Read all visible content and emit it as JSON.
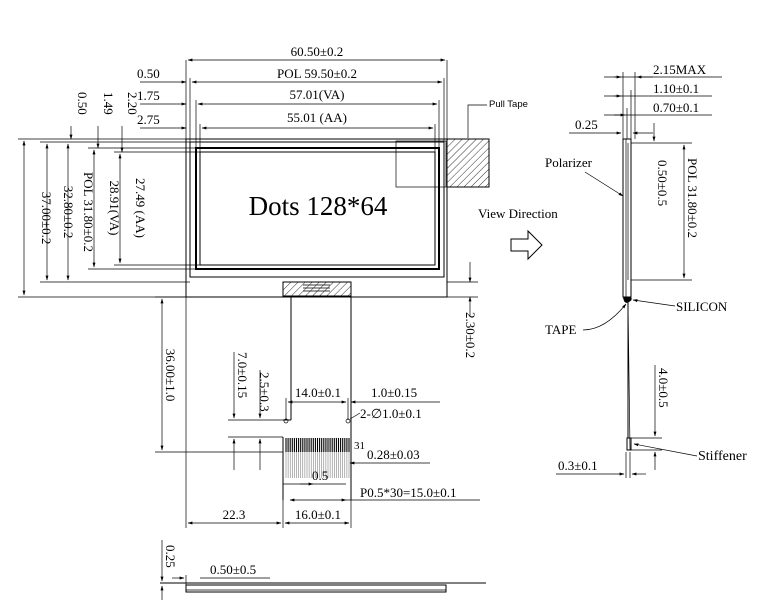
{
  "front_view": {
    "dim_overall_width": "60.50±0.2",
    "dim_pol_width": "POL 59.50±0.2",
    "dim_va_width": "57.01(VA)",
    "dim_aa_width": "55.01 (AA)",
    "offset_050": "0.50",
    "offset_175": "1.75",
    "offset_275": "2.75",
    "left_050": "0.50",
    "left_149": "1.49",
    "left_220": "2.20",
    "dim_overall_height": "37.00±0.2",
    "dim_pol_height_left": "POL 31.80±0.2",
    "dim_328": "32.80±0.2",
    "dim_va_height": "28.91(VA)",
    "dim_aa_height": "27.49 (AA)",
    "display_text": "Dots 128*64",
    "pull_tape": "Pull Tape",
    "view_direction": "View Direction",
    "dim_230": "2.30±0.2",
    "dim_36": "36.00±1.0"
  },
  "fpc": {
    "dim_70": "7.0±0.15",
    "dim_25": "2.5±0.3",
    "dim_14": "14.0±0.1",
    "dim_10": "1.0±0.15",
    "holes": "2-∅1.0±0.1",
    "pin_31": "31",
    "dim_028": "0.28±0.03",
    "dim_05": "0.5",
    "pitch": "P0.5*30=15.0±0.1",
    "dim_223": "22.3",
    "dim_16": "16.0±0.1"
  },
  "bottom": {
    "dim_025": "0.25",
    "dim_050": "0.50±0.5"
  },
  "side_view": {
    "dim_215": "2.15MAX",
    "dim_110": "1.10±0.1",
    "dim_070": "0.70±0.1",
    "dim_025": "0.25",
    "polarizer": "Polarizer",
    "dim_050": "0.50±0.5",
    "dim_pol": "POL 31.80±0.2",
    "silicon": "SILICON",
    "tape": "TAPE",
    "dim_40": "4.0±0.5",
    "stiffener": "Stiffener",
    "dim_03": "0.3±0.1"
  }
}
